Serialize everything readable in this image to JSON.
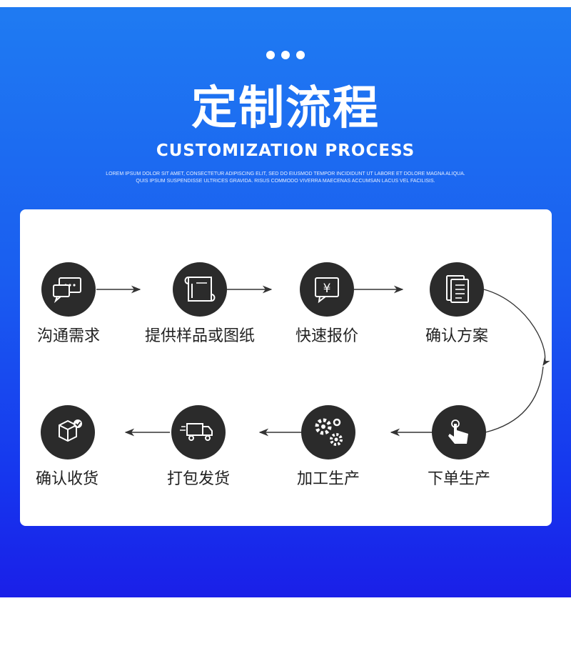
{
  "header": {
    "title_cn": "定制流程",
    "title_en": "CUSTOMIZATION PROCESS",
    "description_line1": "LOREM IPSUM DOLOR SIT AMET, CONSECTETUR ADIPISCING ELIT, SED DO EIUSMOD TEMPOR INCIDIDUNT UT LABORE ET DOLORE MAGNA ALIQUA.",
    "description_line2": "QUIS IPSUM SUSPENDISSE ULTRICES GRAVIDA. RISUS COMMODO VIVERRA MAECENAS ACCUMSAN LACUS VEL FACILISIS."
  },
  "steps": [
    {
      "label": "沟通需求",
      "icon": "chat-bubbles-icon"
    },
    {
      "label": "提供样品或图纸",
      "icon": "blueprint-scroll-icon"
    },
    {
      "label": "快速报价",
      "icon": "yen-message-icon"
    },
    {
      "label": "确认方案",
      "icon": "document-checklist-icon"
    },
    {
      "label": "下单生产",
      "icon": "tap-hand-icon"
    },
    {
      "label": "加工生产",
      "icon": "gears-icon"
    },
    {
      "label": "打包发货",
      "icon": "delivery-truck-icon"
    },
    {
      "label": "确认收货",
      "icon": "package-check-icon"
    }
  ],
  "colors": {
    "banner_top": "#1f7bf2",
    "banner_bottom": "#1a1fe8",
    "circle": "#2b2b2b",
    "arrow": "#333333"
  }
}
